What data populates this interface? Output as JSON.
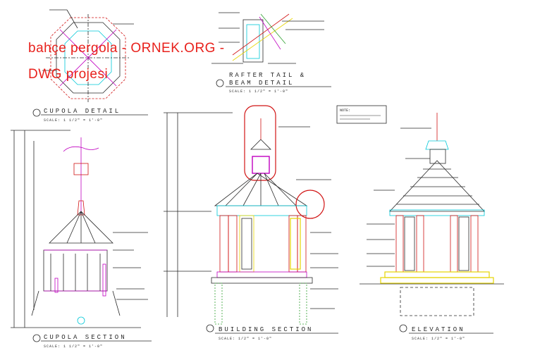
{
  "watermark": {
    "line1": "bahçe pergola - ORNEK.ORG -",
    "line2": "DWG projesi"
  },
  "titles": {
    "cupola_detail": "CUPOLA DETAIL",
    "cupola_detail_scale": "SCALE:   1 1/2\" = 1'-0\"",
    "rafter_tail": "RAFTER TAIL &",
    "beam_detail": "BEAM DETAIL",
    "rafter_scale": "SCALE:   1 1/2\" = 1'-0\"",
    "cupola_section": "CUPOLA SECTION",
    "cupola_section_scale": "SCALE:   1 1/2\" = 1'-0\"",
    "building_section": "BUILDING SECTION",
    "building_section_scale": "SCALE:   1/2\" = 1'-0\"",
    "elevation": "ELEVATION",
    "elevation_scale": "SCALE: 1/2\" = 1'-0\""
  },
  "note": {
    "heading": "NOTE:"
  },
  "colors": {
    "watermark": "#e8211c",
    "linework": "#2a2a2a",
    "cyan": "#00c8d8",
    "magenta": "#c000c0",
    "red": "#d11414",
    "yellow": "#e6d400",
    "green": "#2fa02f"
  }
}
